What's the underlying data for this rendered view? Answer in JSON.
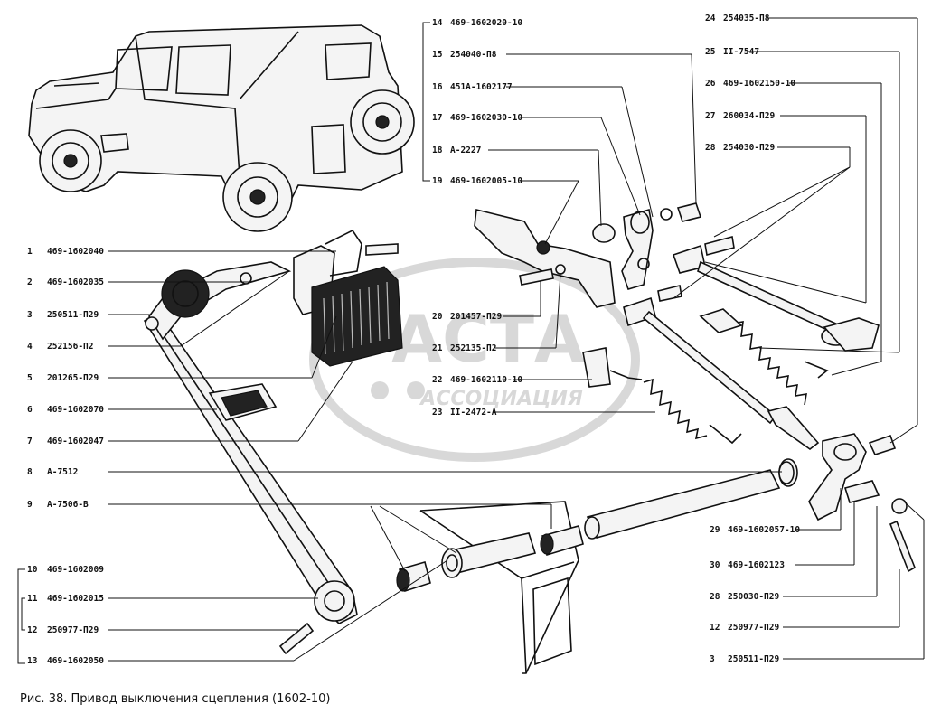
{
  "caption": "Рис. 38. Привод выключения сцепления (1602-10)",
  "watermark": {
    "line1": "АСТА",
    "line2": "АССОЦИАЦИЯ"
  },
  "left_callouts": [
    {
      "num": "1",
      "code": "469-1602040"
    },
    {
      "num": "2",
      "code": "469-1602035"
    },
    {
      "num": "3",
      "code": "250511-П29"
    },
    {
      "num": "4",
      "code": "252156-П2"
    },
    {
      "num": "5",
      "code": "201265-П29"
    },
    {
      "num": "6",
      "code": "469-1602070"
    },
    {
      "num": "7",
      "code": "469-1602047"
    },
    {
      "num": "8",
      "code": "А-7512"
    },
    {
      "num": "9",
      "code": "А-7506-В"
    },
    {
      "num": "10",
      "code": "469-1602009"
    },
    {
      "num": "11",
      "code": "469-1602015"
    },
    {
      "num": "12",
      "code": "250977-П29"
    },
    {
      "num": "13",
      "code": "469-1602050"
    }
  ],
  "top_callouts": [
    {
      "num": "14",
      "code": "469-1602020-10"
    },
    {
      "num": "15",
      "code": "254040-П8"
    },
    {
      "num": "16",
      "code": "451А-1602177"
    },
    {
      "num": "17",
      "code": "469-1602030-10"
    },
    {
      "num": "18",
      "code": "А-2227"
    },
    {
      "num": "19",
      "code": "469-1602005-10"
    }
  ],
  "mid_callouts": [
    {
      "num": "20",
      "code": "201457-П29"
    },
    {
      "num": "21",
      "code": "252135-П2"
    },
    {
      "num": "22",
      "code": "469-1602110-10"
    },
    {
      "num": "23",
      "code": "II-2472-А"
    }
  ],
  "right_top_callouts": [
    {
      "num": "24",
      "code": "254035-П8"
    },
    {
      "num": "25",
      "code": "II-7547"
    },
    {
      "num": "26",
      "code": "469-1602150-10"
    },
    {
      "num": "27",
      "code": "260034-П29"
    },
    {
      "num": "28",
      "code": "254030-П29"
    }
  ],
  "right_bottom_callouts": [
    {
      "num": "29",
      "code": "469-1602057-10"
    },
    {
      "num": "30",
      "code": "469-1602123"
    },
    {
      "num": "28",
      "code": "250030-П29"
    },
    {
      "num": "12",
      "code": "250977-П29"
    },
    {
      "num": "3",
      "code": "250511-П29"
    }
  ]
}
